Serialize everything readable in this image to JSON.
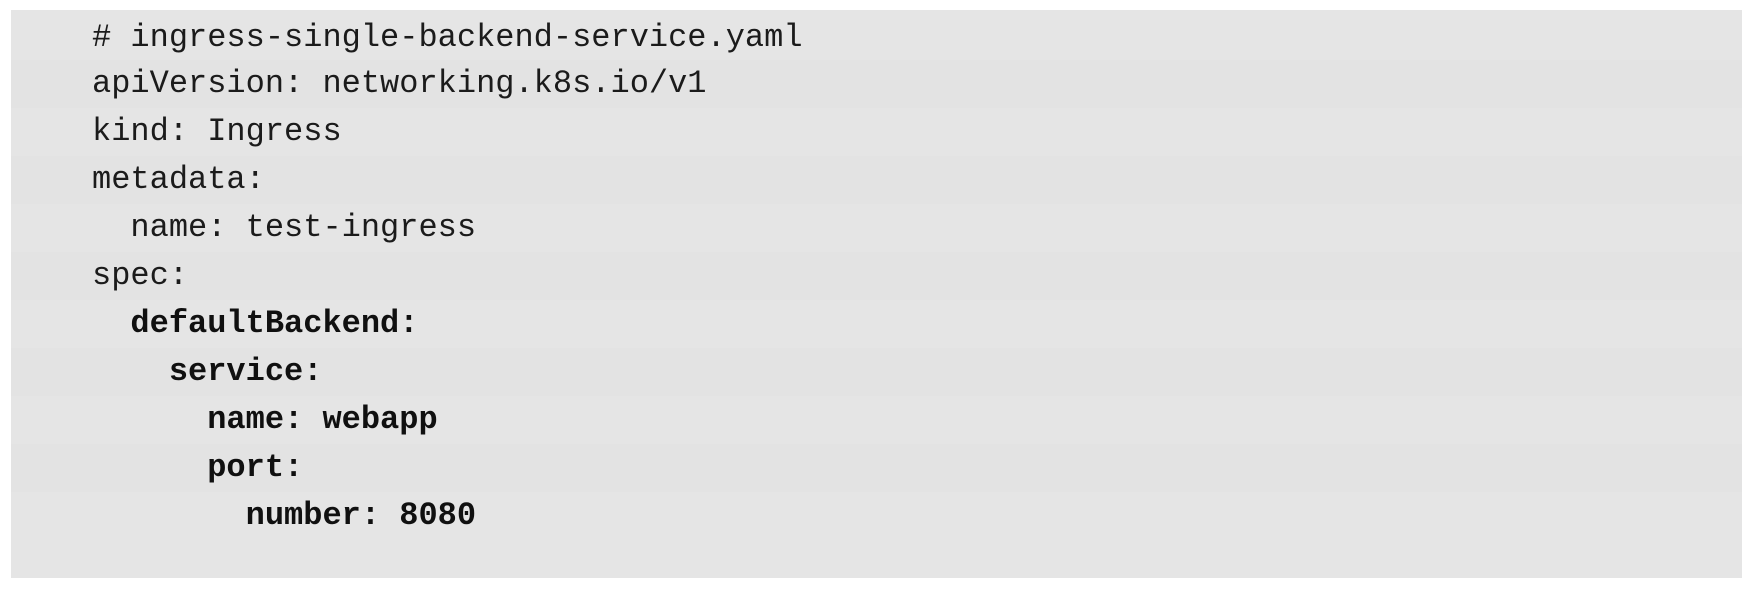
{
  "code_block": {
    "language": "yaml",
    "background_color": "#e5e5e5",
    "text_color": "#1b1b1b",
    "page_background": "#ffffff",
    "lines": [
      {
        "text": "# ingress-single-backend-service.yaml",
        "bold": false
      },
      {
        "text": "apiVersion: networking.k8s.io/v1",
        "bold": false
      },
      {
        "text": "kind: Ingress",
        "bold": false
      },
      {
        "text": "metadata:",
        "bold": false
      },
      {
        "text": "  name: test-ingress",
        "bold": false
      },
      {
        "text": "spec:",
        "bold": false
      },
      {
        "text": "  defaultBackend:",
        "bold": true
      },
      {
        "text": "    service:",
        "bold": true
      },
      {
        "text": "      name: webapp",
        "bold": true
      },
      {
        "text": "      port:",
        "bold": true
      },
      {
        "text": "        number: 8080",
        "bold": true
      }
    ]
  }
}
